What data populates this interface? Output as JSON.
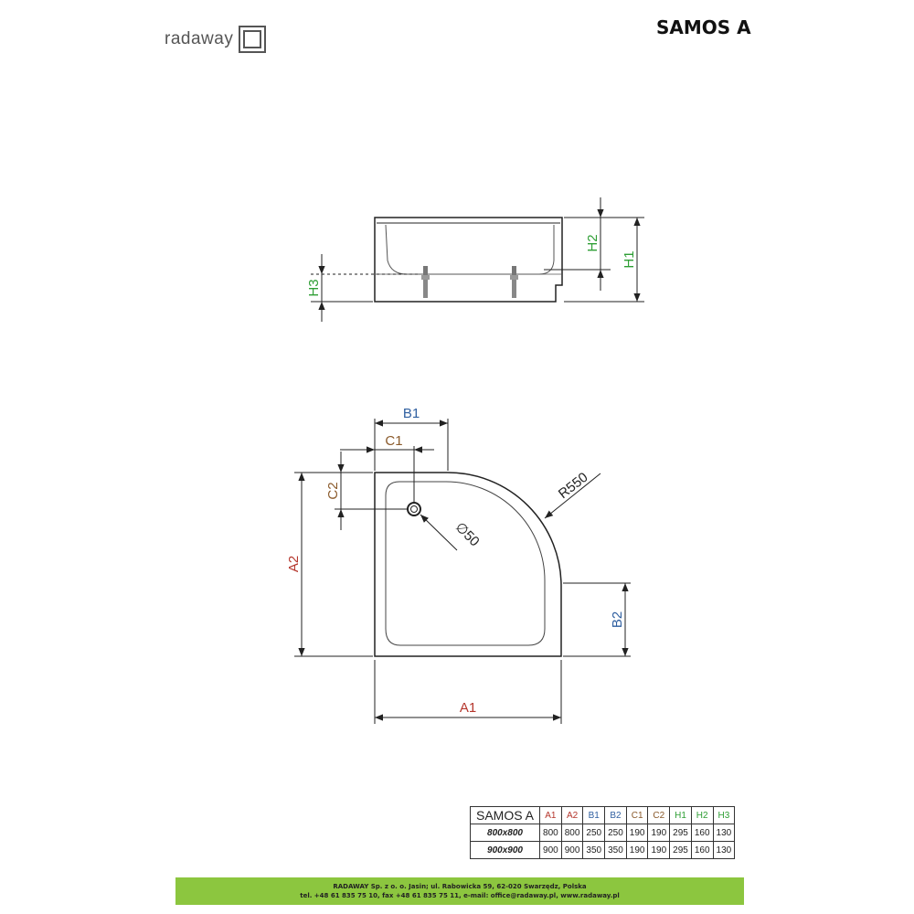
{
  "brand": {
    "name": "radaway"
  },
  "title": "SAMOS A",
  "labels": {
    "h1": "H1",
    "h2": "H2",
    "h3": "H3",
    "a1": "A1",
    "a2": "A2",
    "b1": "B1",
    "b2": "B2",
    "c1": "C1",
    "c2": "C2",
    "radius": "R550",
    "drain": "∅50"
  },
  "colors": {
    "a": "#b5362c",
    "b": "#2f5fa0",
    "c": "#8a5a2b",
    "h": "#2e9e34",
    "footer": "#8cc63f"
  },
  "table": {
    "model": "SAMOS A",
    "headers": [
      "A1",
      "A2",
      "B1",
      "B2",
      "C1",
      "C2",
      "H1",
      "H2",
      "H3"
    ],
    "rows": [
      {
        "size": "800x800",
        "values": [
          "800",
          "800",
          "250",
          "250",
          "190",
          "190",
          "295",
          "160",
          "130"
        ]
      },
      {
        "size": "900x900",
        "values": [
          "900",
          "900",
          "350",
          "350",
          "190",
          "190",
          "295",
          "160",
          "130"
        ]
      }
    ]
  },
  "footer": {
    "line1": "RADAWAY Sp. z o. o. Jasin; ul. Rabowicka 59, 62-020 Swarzędz, Polska",
    "line2": "tel. +48 61 835 75 10, fax +48 61 835 75 11, e-mail: office@radaway.pl, www.radaway.pl"
  }
}
